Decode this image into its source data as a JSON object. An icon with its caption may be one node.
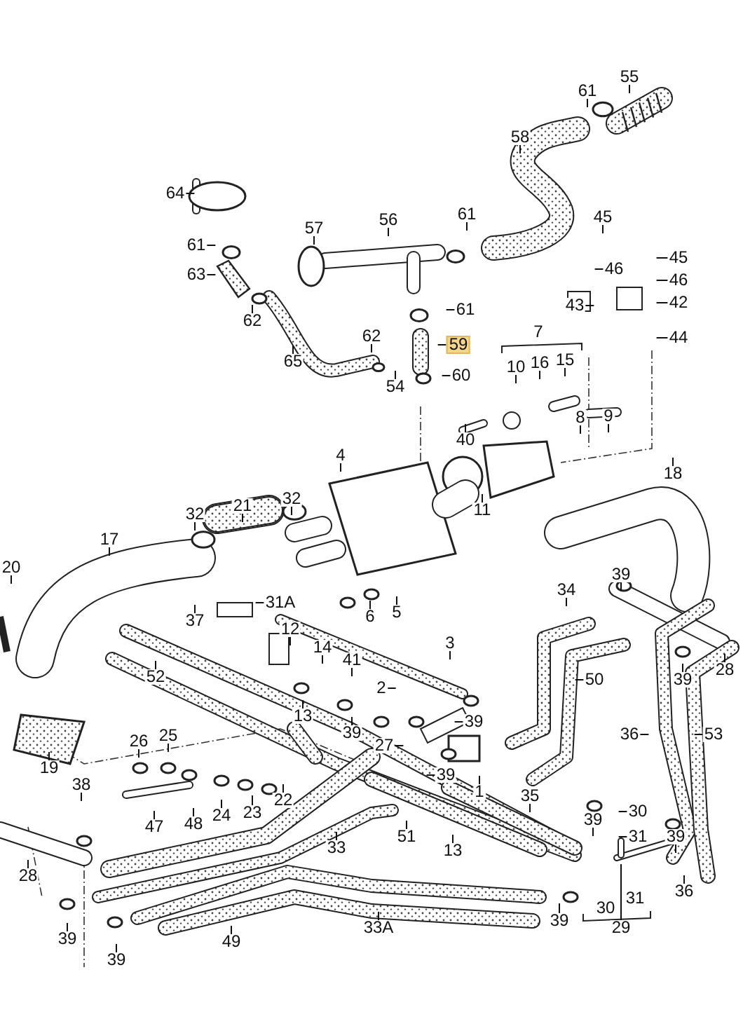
{
  "diagram": {
    "nodes": [
      {
        "text": [
          "55"
        ]
      },
      {
        "text": [
          "61"
        ]
      },
      {
        "text": [
          "58"
        ]
      },
      {
        "text": [
          "64"
        ]
      },
      {
        "text": [
          "56"
        ]
      },
      {
        "text": [
          "61"
        ]
      },
      {
        "text": [
          "45"
        ]
      },
      {
        "text": [
          "57"
        ]
      },
      {
        "text": [
          "61"
        ]
      },
      {
        "text": [
          "45"
        ]
      },
      {
        "text": [
          "46"
        ]
      },
      {
        "text": [
          "63"
        ]
      },
      {
        "text": [
          "46"
        ]
      },
      {
        "text": [
          "42"
        ]
      },
      {
        "text": [
          "43"
        ]
      },
      {
        "text": [
          "61"
        ]
      },
      {
        "text": [
          "62"
        ]
      },
      {
        "text": [
          "62"
        ]
      },
      {
        "text": [
          "44"
        ]
      },
      {
        "text": [
          "59"
        ]
      },
      {
        "text": [
          "15"
        ]
      },
      {
        "text": [
          "16"
        ]
      },
      {
        "text": [
          "65"
        ]
      },
      {
        "text": [
          "10"
        ]
      },
      {
        "text": [
          "60"
        ]
      },
      {
        "text": [
          "54"
        ]
      },
      {
        "text": [
          "9"
        ]
      },
      {
        "text": [
          "8"
        ]
      },
      {
        "text": [
          "40"
        ]
      },
      {
        "text": [
          "4"
        ]
      },
      {
        "text": [
          "18"
        ]
      },
      {
        "text": [
          "21"
        ]
      },
      {
        "text": [
          "32"
        ]
      },
      {
        "text": [
          "11"
        ]
      },
      {
        "text": [
          "32"
        ]
      },
      {
        "text": [
          "17"
        ]
      },
      {
        "text": [
          "20"
        ]
      },
      {
        "text": [
          "39"
        ]
      },
      {
        "text": [
          "34"
        ]
      },
      {
        "text": [
          "31A"
        ]
      },
      {
        "text": [
          "6"
        ]
      },
      {
        "text": [
          "5"
        ]
      },
      {
        "text": [
          "37"
        ]
      },
      {
        "text": [
          "12"
        ]
      },
      {
        "text": [
          "3"
        ]
      },
      {
        "text": [
          "14"
        ]
      },
      {
        "text": [
          "41"
        ]
      },
      {
        "text": [
          "28"
        ]
      },
      {
        "text": [
          "52"
        ]
      },
      {
        "text": [
          "50"
        ]
      },
      {
        "text": [
          "39"
        ]
      },
      {
        "text": [
          "2"
        ]
      },
      {
        "text": [
          "13"
        ]
      },
      {
        "text": [
          "39"
        ]
      },
      {
        "text": [
          "39"
        ]
      },
      {
        "text": [
          "36"
        ]
      },
      {
        "text": [
          "53"
        ]
      },
      {
        "text": [
          "26"
        ]
      },
      {
        "text": [
          "25"
        ]
      },
      {
        "text": [
          "27"
        ]
      },
      {
        "text": [
          "19"
        ]
      },
      {
        "text": [
          "39"
        ]
      },
      {
        "text": [
          "38"
        ]
      },
      {
        "text": [
          "1"
        ]
      },
      {
        "text": [
          "35"
        ]
      },
      {
        "text": [
          "22"
        ]
      },
      {
        "text": [
          "23"
        ]
      },
      {
        "text": [
          "30"
        ]
      },
      {
        "text": [
          "24"
        ]
      },
      {
        "text": [
          "39"
        ]
      },
      {
        "text": [
          "48"
        ]
      },
      {
        "text": [
          "47"
        ]
      },
      {
        "text": [
          "51"
        ]
      },
      {
        "text": [
          "31"
        ]
      },
      {
        "text": [
          "39"
        ]
      },
      {
        "text": [
          "33"
        ]
      },
      {
        "text": [
          "13"
        ]
      },
      {
        "text": [
          "28"
        ]
      },
      {
        "text": [
          "36"
        ]
      },
      {
        "text": [
          "39"
        ]
      },
      {
        "text": [
          "29"
        ]
      },
      {
        "text": [
          "33A"
        ]
      },
      {
        "text": [
          "39"
        ]
      },
      {
        "text": [
          "49"
        ]
      },
      {
        "text": [
          "39"
        ]
      },
      {
        "text": [
          "31"
        ]
      },
      {
        "text": [
          "30"
        ]
      }
    ],
    "edges": [
      {
        "from": 0,
        "to": null,
        "arrow": "none"
      },
      {
        "from": 1,
        "to": null,
        "arrow": "none"
      },
      {
        "from": 2,
        "to": null,
        "arrow": "none"
      },
      {
        "from": 3,
        "to": null,
        "arrow": "none"
      },
      {
        "from": 4,
        "to": null,
        "arrow": "none"
      },
      {
        "from": 5,
        "to": null,
        "arrow": "none"
      },
      {
        "from": 6,
        "to": null,
        "arrow": "none"
      },
      {
        "from": 7,
        "to": null,
        "arrow": "none"
      },
      {
        "from": 8,
        "to": null,
        "arrow": "none"
      },
      {
        "from": 9,
        "to": null,
        "arrow": "none"
      },
      {
        "from": 10,
        "to": null,
        "arrow": "none"
      },
      {
        "from": 11,
        "to": null,
        "arrow": "none"
      },
      {
        "from": 12,
        "to": null,
        "arrow": "none"
      },
      {
        "from": 13,
        "to": null,
        "arrow": "none"
      },
      {
        "from": 14,
        "to": null,
        "arrow": "none"
      },
      {
        "from": 15,
        "to": null,
        "arrow": "none"
      },
      {
        "from": 16,
        "to": null,
        "arrow": "none"
      },
      {
        "from": 17,
        "to": null,
        "arrow": "none"
      },
      {
        "from": 18,
        "to": null,
        "arrow": "none"
      },
      {
        "from": 19,
        "to": null,
        "arrow": "none"
      },
      {
        "from": 20,
        "to": null,
        "arrow": "none"
      },
      {
        "from": 21,
        "to": null,
        "arrow": "none"
      },
      {
        "from": 22,
        "to": null,
        "arrow": "none"
      },
      {
        "from": 23,
        "to": null,
        "arrow": "none"
      },
      {
        "from": 24,
        "to": null,
        "arrow": "none"
      },
      {
        "from": 25,
        "to": null,
        "arrow": "none"
      },
      {
        "from": 26,
        "to": null,
        "arrow": "none"
      },
      {
        "from": 27,
        "to": null,
        "arrow": "none"
      },
      {
        "from": 28,
        "to": null,
        "arrow": "none"
      },
      {
        "from": 29,
        "to": null,
        "arrow": "none"
      },
      {
        "from": 30,
        "to": null,
        "arrow": "none"
      },
      {
        "from": 31,
        "to": null,
        "arrow": "none"
      },
      {
        "from": 32,
        "to": null,
        "arrow": "none"
      },
      {
        "from": 33,
        "to": null,
        "arrow": "none"
      },
      {
        "from": 34,
        "to": null,
        "arrow": "none"
      },
      {
        "from": 35,
        "to": null,
        "arrow": "none"
      },
      {
        "from": 36,
        "to": null,
        "arrow": "none"
      },
      {
        "from": 37,
        "to": null,
        "arrow": "none"
      },
      {
        "from": 38,
        "to": null,
        "arrow": "none"
      },
      {
        "from": 39,
        "to": null,
        "arrow": "none"
      },
      {
        "from": 40,
        "to": null,
        "arrow": "none"
      },
      {
        "from": 41,
        "to": null,
        "arrow": "none"
      },
      {
        "from": 42,
        "to": null,
        "arrow": "none"
      },
      {
        "from": 43,
        "to": null,
        "arrow": "none"
      },
      {
        "from": 44,
        "to": null,
        "arrow": "none"
      },
      {
        "from": 45,
        "to": null,
        "arrow": "none"
      },
      {
        "from": 46,
        "to": null,
        "arrow": "none"
      },
      {
        "from": 47,
        "to": null,
        "arrow": "none"
      },
      {
        "from": 48,
        "to": null,
        "arrow": "none"
      },
      {
        "from": 49,
        "to": null,
        "arrow": "none"
      },
      {
        "from": 50,
        "to": null,
        "arrow": "none"
      },
      {
        "from": 51,
        "to": null,
        "arrow": "none"
      },
      {
        "from": 52,
        "to": null,
        "arrow": "none"
      },
      {
        "from": 53,
        "to": null,
        "arrow": "none"
      },
      {
        "from": 54,
        "to": null,
        "arrow": "none"
      },
      {
        "from": 55,
        "to": null,
        "arrow": "none"
      },
      {
        "from": 56,
        "to": null,
        "arrow": "none"
      },
      {
        "from": 57,
        "to": null,
        "arrow": "none"
      },
      {
        "from": 58,
        "to": null,
        "arrow": "none"
      },
      {
        "from": 59,
        "to": null,
        "arrow": "none"
      },
      {
        "from": 60,
        "to": null,
        "arrow": "none"
      },
      {
        "from": 61,
        "to": null,
        "arrow": "none"
      },
      {
        "from": 62,
        "to": null,
        "arrow": "none"
      },
      {
        "from": 63,
        "to": null,
        "arrow": "none"
      },
      {
        "from": 64,
        "to": null,
        "arrow": "none"
      },
      {
        "from": 65,
        "to": null,
        "arrow": "none"
      },
      {
        "from": 66,
        "to": null,
        "arrow": "none"
      },
      {
        "from": 67,
        "to": null,
        "arrow": "none"
      },
      {
        "from": 68,
        "to": null,
        "arrow": "none"
      },
      {
        "from": 69,
        "to": null,
        "arrow": "none"
      },
      {
        "from": 70,
        "to": null,
        "arrow": "none"
      },
      {
        "from": 71,
        "to": null,
        "arrow": "none"
      },
      {
        "from": 72,
        "to": null,
        "arrow": "none"
      },
      {
        "from": 73,
        "to": null,
        "arrow": "none"
      },
      {
        "from": 74,
        "to": null,
        "arrow": "none"
      },
      {
        "from": 75,
        "to": null,
        "arrow": "none"
      },
      {
        "from": 76,
        "to": null,
        "arrow": "none"
      },
      {
        "from": 77,
        "to": null,
        "arrow": "none"
      },
      {
        "from": 78,
        "to": null,
        "arrow": "none"
      },
      {
        "from": 79,
        "to": null,
        "arrow": "none"
      },
      {
        "from": 80,
        "to": null,
        "arrow": "none"
      },
      {
        "from": 81,
        "to": null,
        "arrow": "none"
      },
      {
        "from": 82,
        "to": null,
        "arrow": "none"
      },
      {
        "from": 83,
        "to": null,
        "arrow": "none"
      },
      {
        "from": 84,
        "to": null,
        "arrow": "none"
      }
    ],
    "labels": [
      "7"
    ]
  }
}
